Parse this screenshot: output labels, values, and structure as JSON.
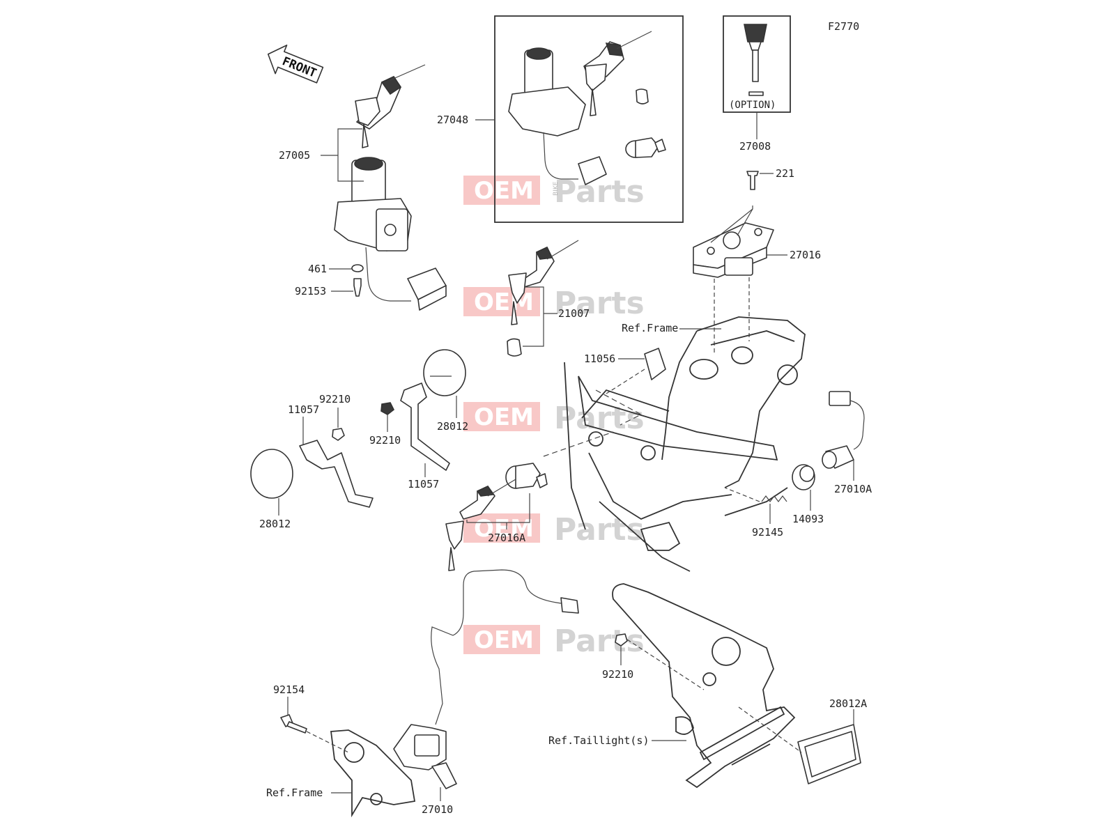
{
  "figure_code": "F2770",
  "front_label": "FRONT",
  "option_label": "(OPTION)",
  "watermark": {
    "left": "OEM",
    "bike": "BIKE",
    "right": "Parts",
    "accent": "#e53935"
  },
  "callouts": {
    "c27005": "27005",
    "c27048": "27048",
    "c27008": "27008",
    "c221": "221",
    "c27016": "27016",
    "c461": "461",
    "c92153": "92153",
    "c21007": "21007",
    "refFrameTop": "Ref.Frame",
    "c11056": "11056",
    "c92210a": "92210",
    "c11057a": "11057",
    "c92210b": "92210",
    "c28012a": "28012",
    "c11057b": "11057",
    "c28012b": "28012",
    "c27016A": "27016A",
    "c27010A": "27010A",
    "c14093": "14093",
    "c92145": "92145",
    "c92154": "92154",
    "c92210c": "92210",
    "c28012A": "28012A",
    "refTaillight": "Ref.Taillight(s)",
    "refFrameBottom": "Ref.Frame",
    "c27010": "27010"
  }
}
